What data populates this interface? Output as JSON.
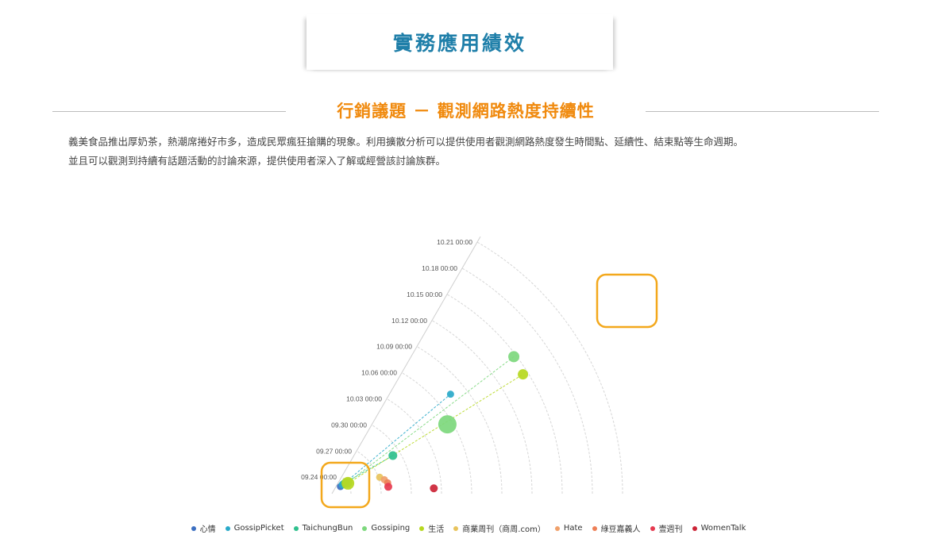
{
  "header": {
    "title": "實務應用績效"
  },
  "section": {
    "title": "行銷議題 － 觀測網路熱度持續性",
    "desc_line1": "義美食品推出厚奶茶，熱潮席捲好市多，造成民眾瘋狂搶購的現象。利用擴散分析可以提供使用者觀測網路熱度發生時間點、延續性、結束點等生命週期。",
    "desc_line2": "並且可以觀測到持續有話題活動的討論來源，提供使用者深入了解或經營該討論族群。"
  },
  "chart_data": {
    "type": "polar-scatter",
    "radial_axis_labels": [
      "09.24 00:00",
      "09.27 00:00",
      "09.30 00:00",
      "10.03 00:00",
      "10.06 00:00",
      "10.09 00:00",
      "10.12 00:00",
      "10.15 00:00",
      "10.18 00:00",
      "10.21 00:00"
    ],
    "series": [
      {
        "name": "心情",
        "color": "#3c6fc1",
        "points": [
          {
            "time": "09.23 05:00",
            "angle": 40
          }
        ]
      },
      {
        "name": "GossipPicket",
        "color": "#29a9c9",
        "points": [
          {
            "time": "09.23 12:00",
            "angle": 40,
            "trail_to": {
              "time": "10.07 12:00",
              "angle": 40
            }
          },
          {
            "time": "10.07 12:00",
            "angle": 40
          }
        ]
      },
      {
        "name": "TaichungBun",
        "color": "#2fc08d",
        "points": [
          {
            "time": "09.23 19:00",
            "angle": 40,
            "trail_to": {
              "time": "09.29 06:00",
              "angle": 32
            }
          },
          {
            "time": "09.29 06:00",
            "angle": 32
          }
        ]
      },
      {
        "name": "Gossiping",
        "color": "#7dd87d",
        "points": [
          {
            "time": "09.24 00:00",
            "angle": 35,
            "trail_to": {
              "time": "10.14 18:00",
              "angle": 37
            }
          },
          {
            "time": "10.05 12:00",
            "angle": 31
          },
          {
            "time": "10.14 18:00",
            "angle": 37
          }
        ]
      },
      {
        "name": "生活",
        "color": "#b6d81f",
        "points": [
          {
            "time": "09.24 00:00",
            "angle": 33,
            "trail_to": {
              "time": "10.14 12:00",
              "angle": 32
            }
          },
          {
            "time": "10.14 12:00",
            "angle": 32
          }
        ]
      },
      {
        "name": "商業周刊（商周.com）",
        "color": "#e8c35c",
        "points": [
          {
            "time": "09.27 03:00",
            "angle": 19
          }
        ]
      },
      {
        "name": "Hate",
        "color": "#f0a06a",
        "points": [
          {
            "time": "09.27 12:00",
            "angle": 15
          }
        ]
      },
      {
        "name": "綠豆嘉義人",
        "color": "#ee7f56",
        "points": [
          {
            "time": "09.27 18:00",
            "angle": 11
          }
        ]
      },
      {
        "name": "壹週刊",
        "color": "#e6394f",
        "points": [
          {
            "time": "09.27 18:00",
            "angle": 7
          }
        ]
      },
      {
        "name": "WomenTalk",
        "color": "#cc2436",
        "points": [
          {
            "time": "10.02 06:00",
            "angle": 3
          }
        ]
      }
    ],
    "highlights": [
      "start cluster",
      "end cluster"
    ]
  },
  "legend": [
    {
      "label": "心情",
      "color": "#3c6fc1"
    },
    {
      "label": "GossipPicket",
      "color": "#29a9c9"
    },
    {
      "label": "TaichungBun",
      "color": "#2fc08d"
    },
    {
      "label": "Gossiping",
      "color": "#7dd87d"
    },
    {
      "label": "生活",
      "color": "#b6d81f"
    },
    {
      "label": "商業周刊（商周.com）",
      "color": "#e8c35c"
    },
    {
      "label": "Hate",
      "color": "#f0a06a"
    },
    {
      "label": "綠豆嘉義人",
      "color": "#ee7f56"
    },
    {
      "label": "壹週刊",
      "color": "#e6394f"
    },
    {
      "label": "WomenTalk",
      "color": "#cc2436"
    }
  ]
}
